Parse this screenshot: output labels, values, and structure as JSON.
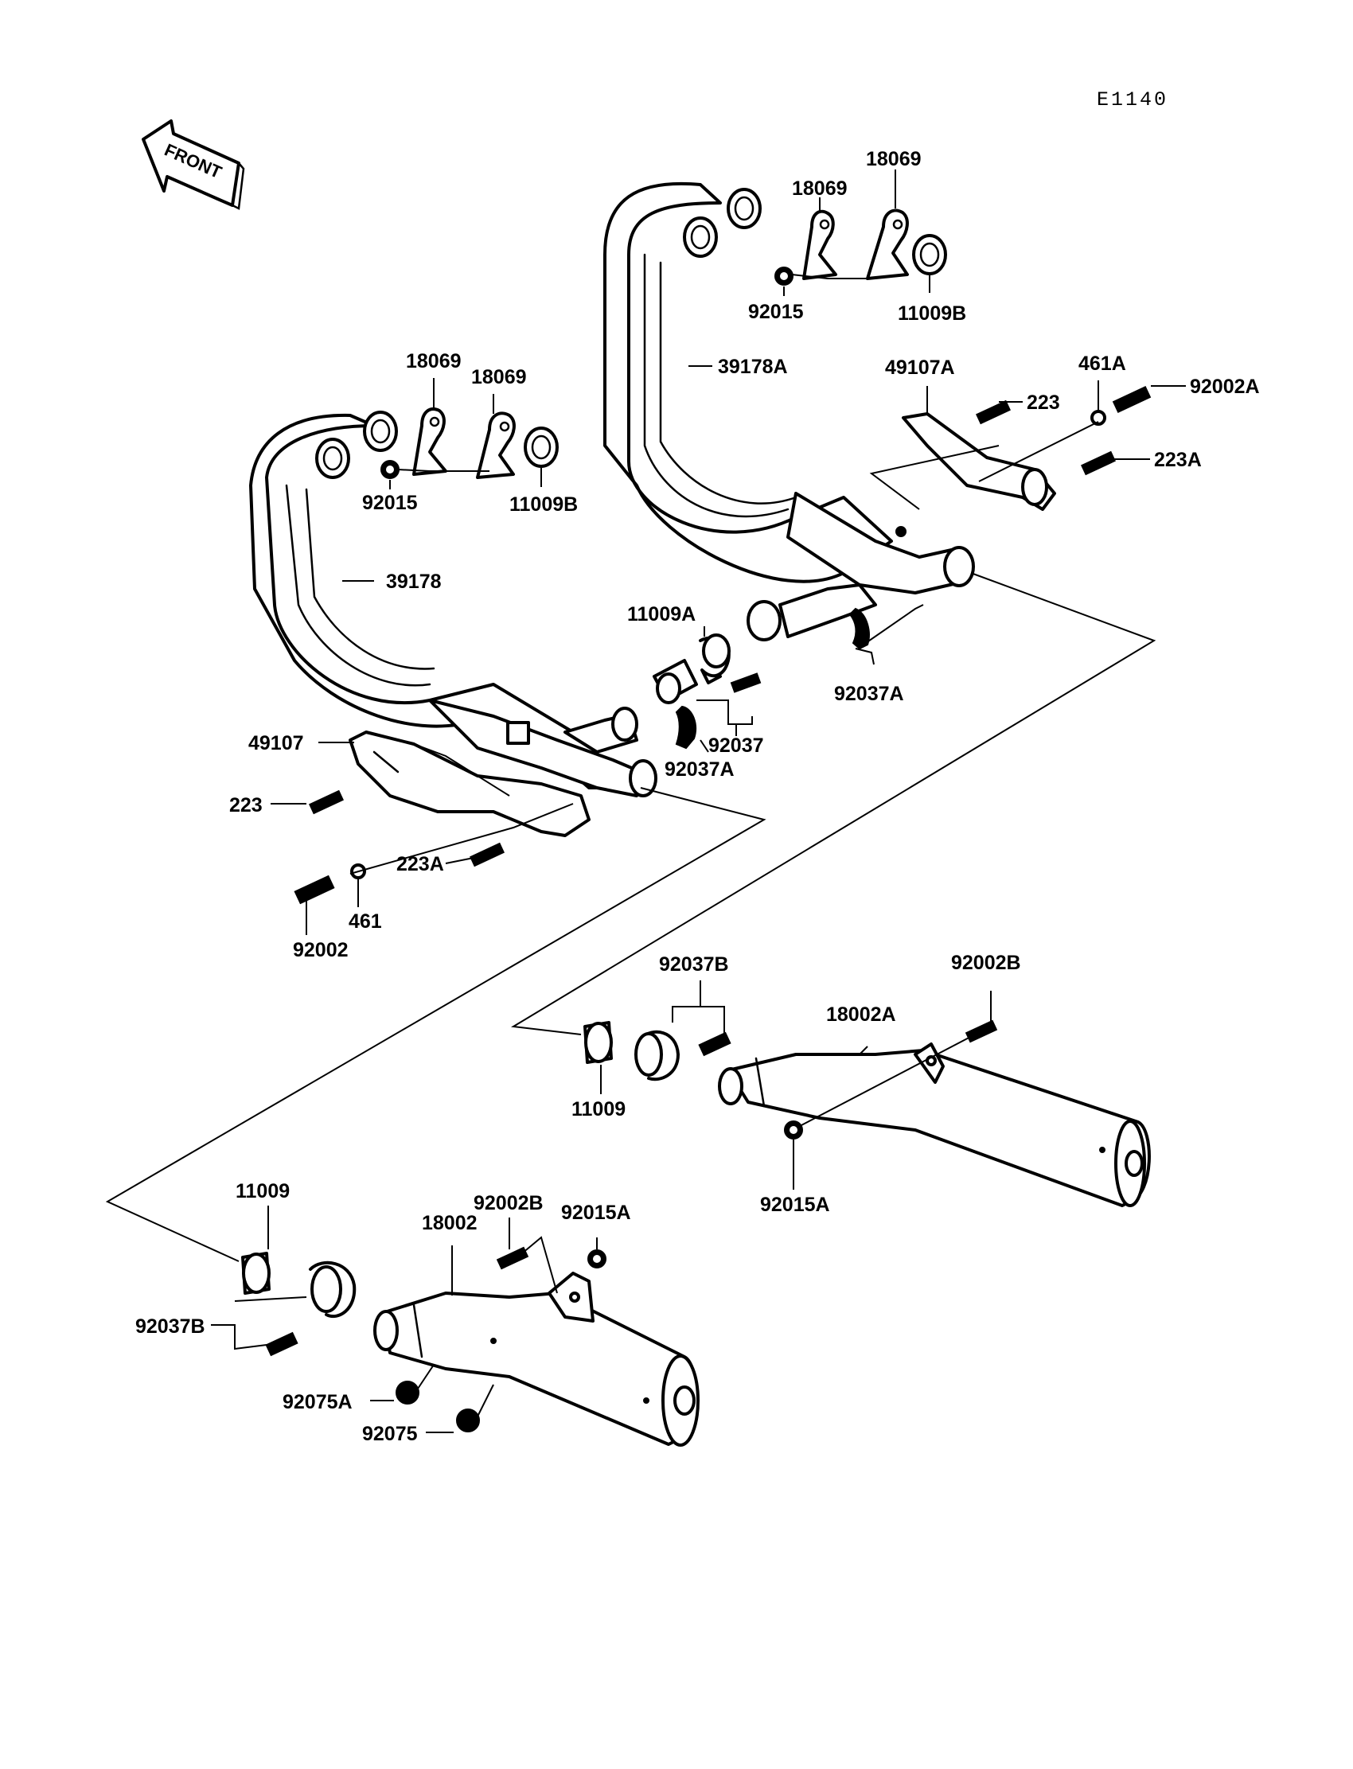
{
  "figure_code": "E1140",
  "front_label": "FRONT",
  "labels": {
    "l_18069_rt1": "18069",
    "l_18069_rt2": "18069",
    "l_92015_rt": "92015",
    "l_11009b_rt": "11009B",
    "l_39178a": "39178A",
    "l_49107a": "49107A",
    "l_223_rt": "223",
    "l_461a": "461A",
    "l_92002a": "92002A",
    "l_223a_rt": "223A",
    "l_18069_lt1": "18069",
    "l_18069_lt2": "18069",
    "l_92015_lt": "92015",
    "l_11009b_lt": "11009B",
    "l_39178": "39178",
    "l_11009a": "11009A",
    "l_92037": "92037",
    "l_92037a_mid": "92037A",
    "l_92037a_rt": "92037A",
    "l_49107": "49107",
    "l_223_lt": "223",
    "l_223a_lt": "223A",
    "l_461": "461",
    "l_92002": "92002",
    "l_92037b_rt": "92037B",
    "l_92002b_rt": "92002B",
    "l_18002a": "18002A",
    "l_11009_rt": "11009",
    "l_92015a_rt": "92015A",
    "l_11009_lt": "11009",
    "l_92002b_lt": "92002B",
    "l_92015a_lt": "92015A",
    "l_18002": "18002",
    "l_92037b_lt": "92037B",
    "l_92075a": "92075A",
    "l_92075": "92075"
  }
}
